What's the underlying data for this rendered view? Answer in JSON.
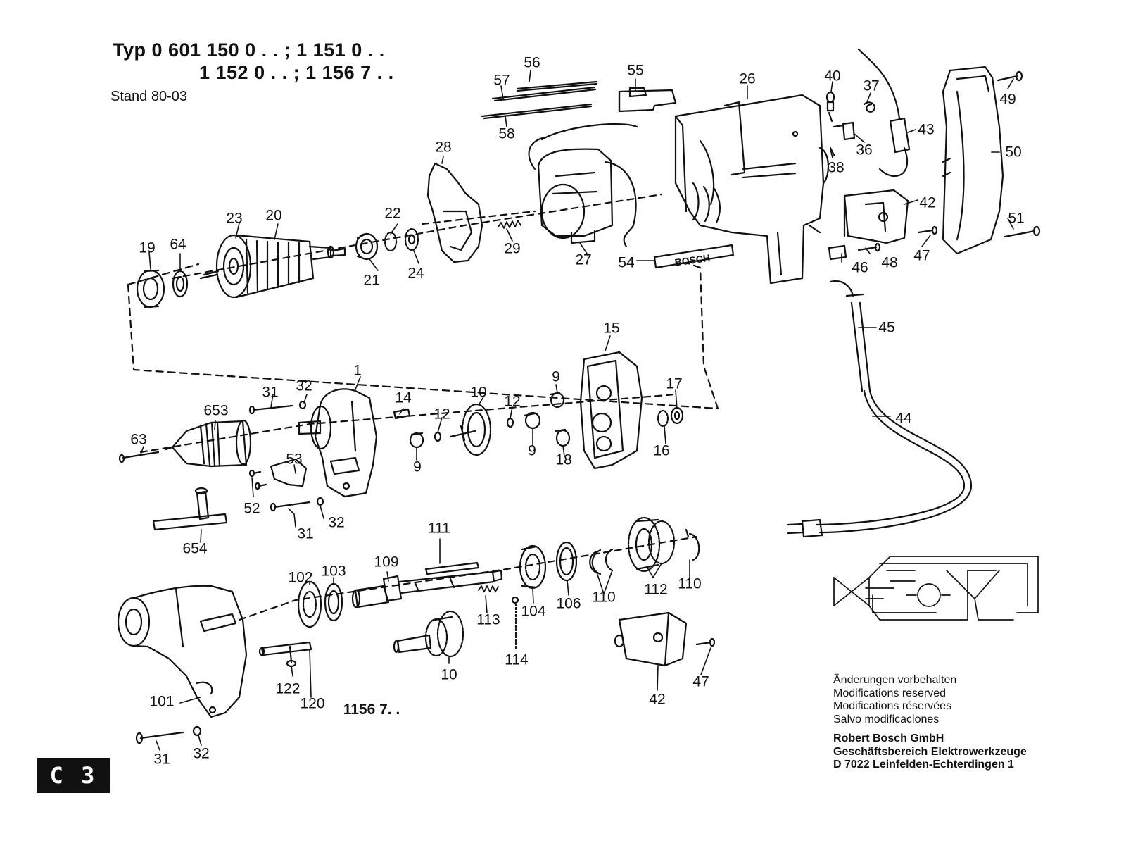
{
  "header": {
    "type_label": "Typ",
    "line1": "0 601 150 0 . . ; 1 151 0 . .",
    "line2": "1 152 0 . . ; 1 156 7 . .",
    "stand": "Stand 80-03"
  },
  "variant_label": "1156 7. .",
  "notes": [
    "Änderungen vorbehalten",
    "Modifications reserved",
    "Modifications réservées",
    "Salvo modificaciones"
  ],
  "company": [
    "Robert Bosch GmbH",
    "Geschäftsbereich Elektrowerkzeuge",
    "D 7022 Leinfelden-Echterdingen 1"
  ],
  "page_code": "C 3",
  "brand_plate": "BOSCH",
  "part_numbers": [
    "56",
    "55",
    "57",
    "58",
    "26",
    "40",
    "37",
    "49",
    "36",
    "43",
    "50",
    "38",
    "28",
    "42",
    "23",
    "20",
    "22",
    "51",
    "19",
    "64",
    "29",
    "47",
    "48",
    "46",
    "21",
    "24",
    "27",
    "54",
    "45",
    "15",
    "1",
    "31",
    "32",
    "9",
    "17",
    "14",
    "10",
    "12",
    "12",
    "653",
    "63",
    "16",
    "9",
    "18",
    "9",
    "53",
    "52",
    "32",
    "31",
    "654",
    "44",
    "111",
    "109",
    "103",
    "102",
    "110",
    "112",
    "106",
    "110",
    "104",
    "113",
    "114",
    "10",
    "47",
    "122",
    "120",
    "101",
    "42",
    "31",
    "32"
  ]
}
